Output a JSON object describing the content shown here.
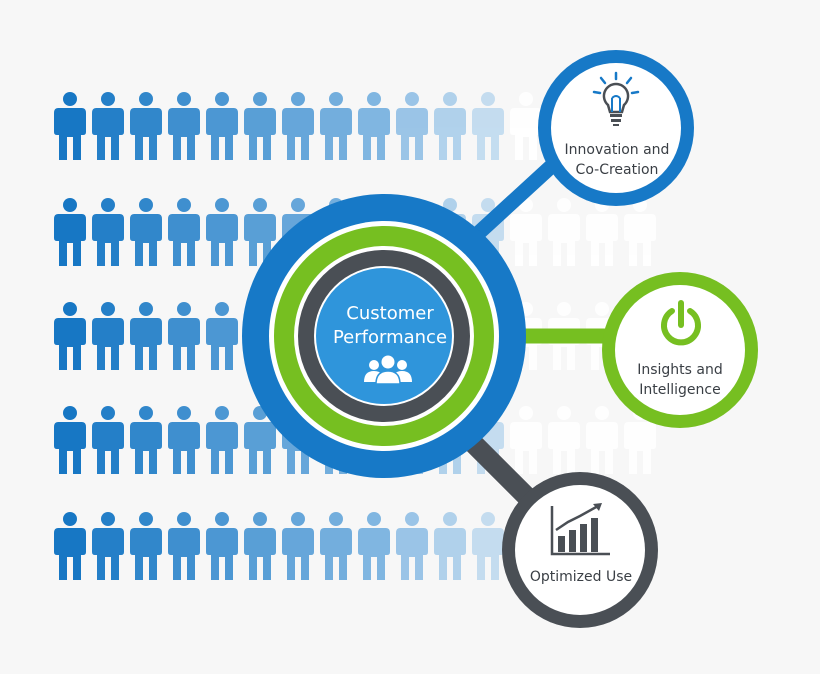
{
  "center": {
    "line1": "Customer",
    "line2": "Performance"
  },
  "nodes": {
    "innovation": {
      "line1": "Innovation and",
      "line2": "Co-Creation"
    },
    "insights": {
      "line1": "Insights and",
      "line2": "Intelligence"
    },
    "optimized": {
      "line1": "Optimized Use"
    }
  },
  "colors": {
    "background": "#f7f7f7",
    "blue": "#1779c7",
    "center_blue": "#2f95db",
    "green": "#76bf21",
    "dark": "#4a4f55",
    "person_dark": "#1777c4"
  },
  "icons": {
    "center": "people-group-icon",
    "innovation": "lightbulb-icon",
    "insights": "power-icon",
    "optimized": "bar-chart-growth-icon"
  }
}
